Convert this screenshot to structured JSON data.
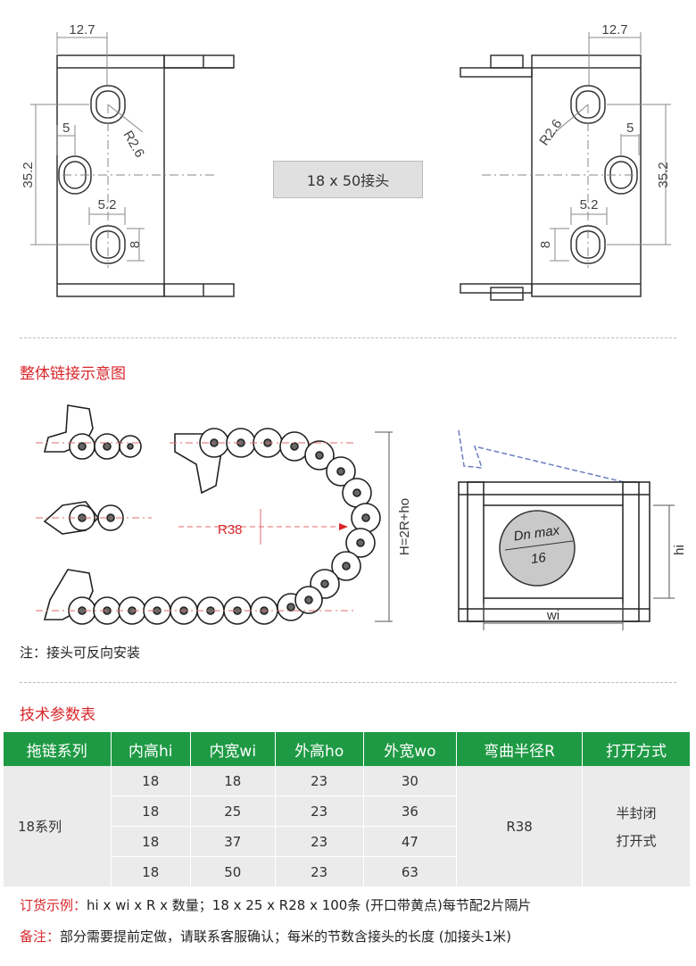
{
  "top_drawing": {
    "left_dims": {
      "top_width": "12.7",
      "radius": "R2.6",
      "slot_offset": "5",
      "height": "35.2",
      "slot_width": "5.2",
      "slot_len": "8"
    },
    "right_dims": {
      "top_width": "12.7",
      "radius": "R2.6",
      "slot_offset": "5",
      "height": "35.2",
      "slot_width": "5.2",
      "slot_len": "8"
    },
    "joint_label": "18 x 50接头"
  },
  "assembly": {
    "title": "整体链接示意图",
    "radius_label": "R38",
    "height_label": "H=2R+ho",
    "section_circle_top": "Dn max",
    "section_circle_bottom": "16",
    "hi_label": "hi",
    "wi_label": "wi",
    "note": "注：接头可反向安装"
  },
  "spec": {
    "title": "技术参数表",
    "headers": [
      "拖链系列",
      "内高hi",
      "内宽wi",
      "外高ho",
      "外宽wo",
      "弯曲半径R",
      "打开方式"
    ],
    "series": "18系列",
    "rows": [
      [
        "18",
        "18",
        "23",
        "30"
      ],
      [
        "18",
        "25",
        "23",
        "36"
      ],
      [
        "18",
        "37",
        "23",
        "47"
      ],
      [
        "18",
        "50",
        "23",
        "63"
      ]
    ],
    "radius": "R38",
    "open_line1": "半封闭",
    "open_line2": "打开式"
  },
  "footer": {
    "order_label": "订货示例：",
    "order_text": "hi x wi x R x 数量；18 x 25 x R28 x 100条 (开口带黄点)每节配2片隔片",
    "remark_label": "备注：",
    "remark_text": "部分需要提前定做，请联系客服确认；每米的节数含接头的长度 (加接头1米)"
  },
  "colors": {
    "accent_red": "#d9262b",
    "header_green": "#1e9a44",
    "cell_grey": "#ebebeb"
  }
}
